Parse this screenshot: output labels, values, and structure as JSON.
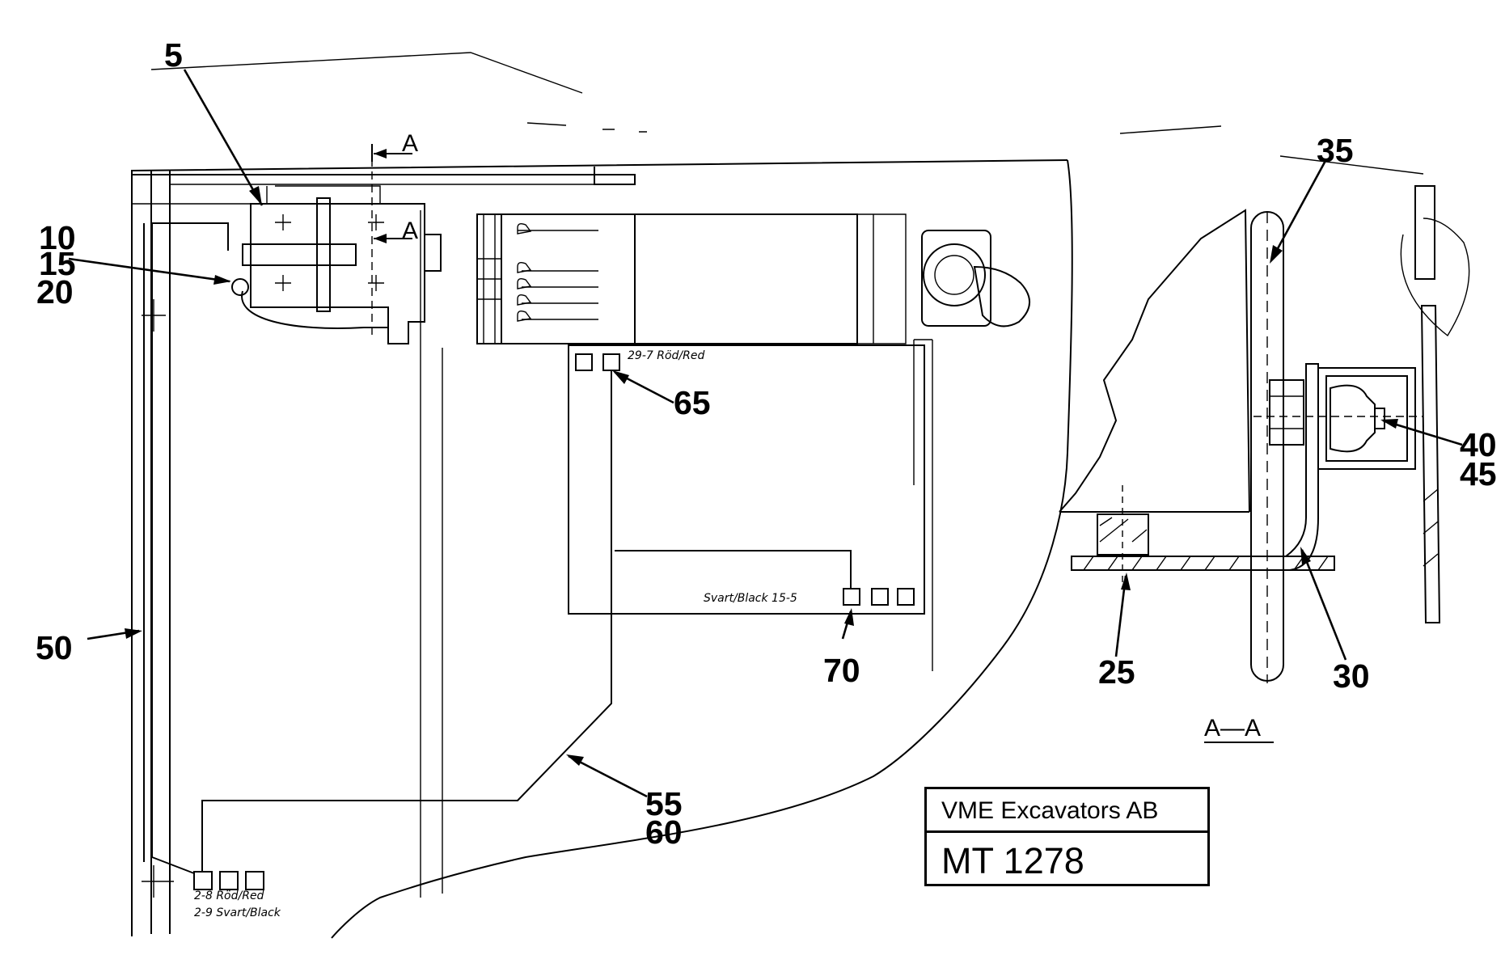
{
  "callouts": {
    "c5": "5",
    "c10": "10",
    "c15": "15",
    "c20": "20",
    "c25": "25",
    "c30": "30",
    "c35": "35",
    "c40": "40",
    "c45": "45",
    "c50": "50",
    "c55": "55",
    "c60": "60",
    "c65": "65",
    "c70": "70"
  },
  "section_marks": {
    "upper_a": "A",
    "lower_a": "A",
    "section_view_label": "A—A"
  },
  "wire_labels": {
    "red_29_7": "29-7 Röd/Red",
    "black_15_5": "Svart/Black 15-5",
    "red_2_8": "2-8 Röd/Red",
    "black_2_9": "2-9 Svart/Black"
  },
  "title_block": {
    "company": "VME Excavators AB",
    "drawing_number": "MT 1278"
  }
}
